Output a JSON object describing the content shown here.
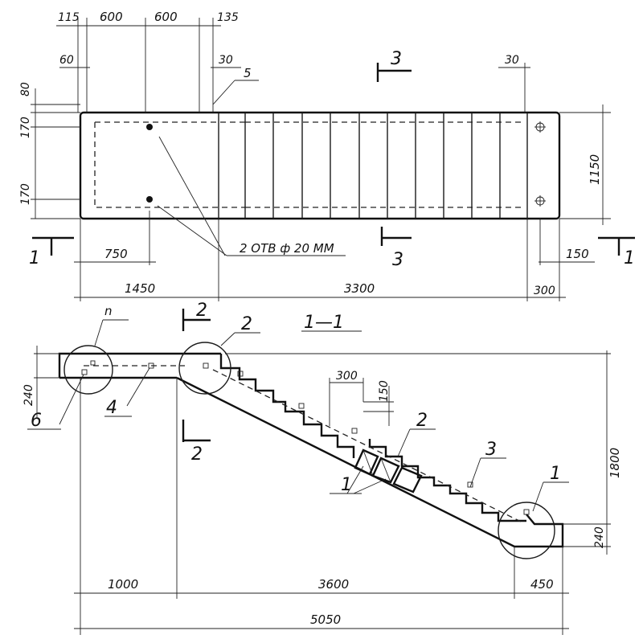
{
  "plan": {
    "top_dims": [
      "115",
      "600",
      "600",
      "135"
    ],
    "inner_dims": [
      "60",
      "30",
      "30"
    ],
    "left_dims": [
      "80",
      "170",
      "170"
    ],
    "right_dim": "1150",
    "bottom_dims": [
      "750",
      "1450",
      "3300",
      "300",
      "150"
    ],
    "holes_label": "2 ОТВ ф 20 ММ",
    "callout_5": "5",
    "section_1_left": "1",
    "section_1_right": "1",
    "section_3_top": "3",
    "section_3_bottom": "3"
  },
  "section": {
    "title": "1—1",
    "dims": {
      "top_left_thickness": "240",
      "right_height": "1800",
      "right_thickness": "240",
      "step_width": "300",
      "step_height": "150",
      "bottom_1000": "1000",
      "bottom_3600": "3600",
      "bottom_450": "450",
      "total": "5050"
    },
    "callouts": {
      "n": "n",
      "c2_top": "2",
      "c2_mid": "2",
      "c3": "3",
      "c1_right": "1",
      "c1_bottom": "1",
      "c4": "4",
      "c6": "6"
    },
    "section_2_top": "2",
    "section_2_bottom": "2"
  }
}
